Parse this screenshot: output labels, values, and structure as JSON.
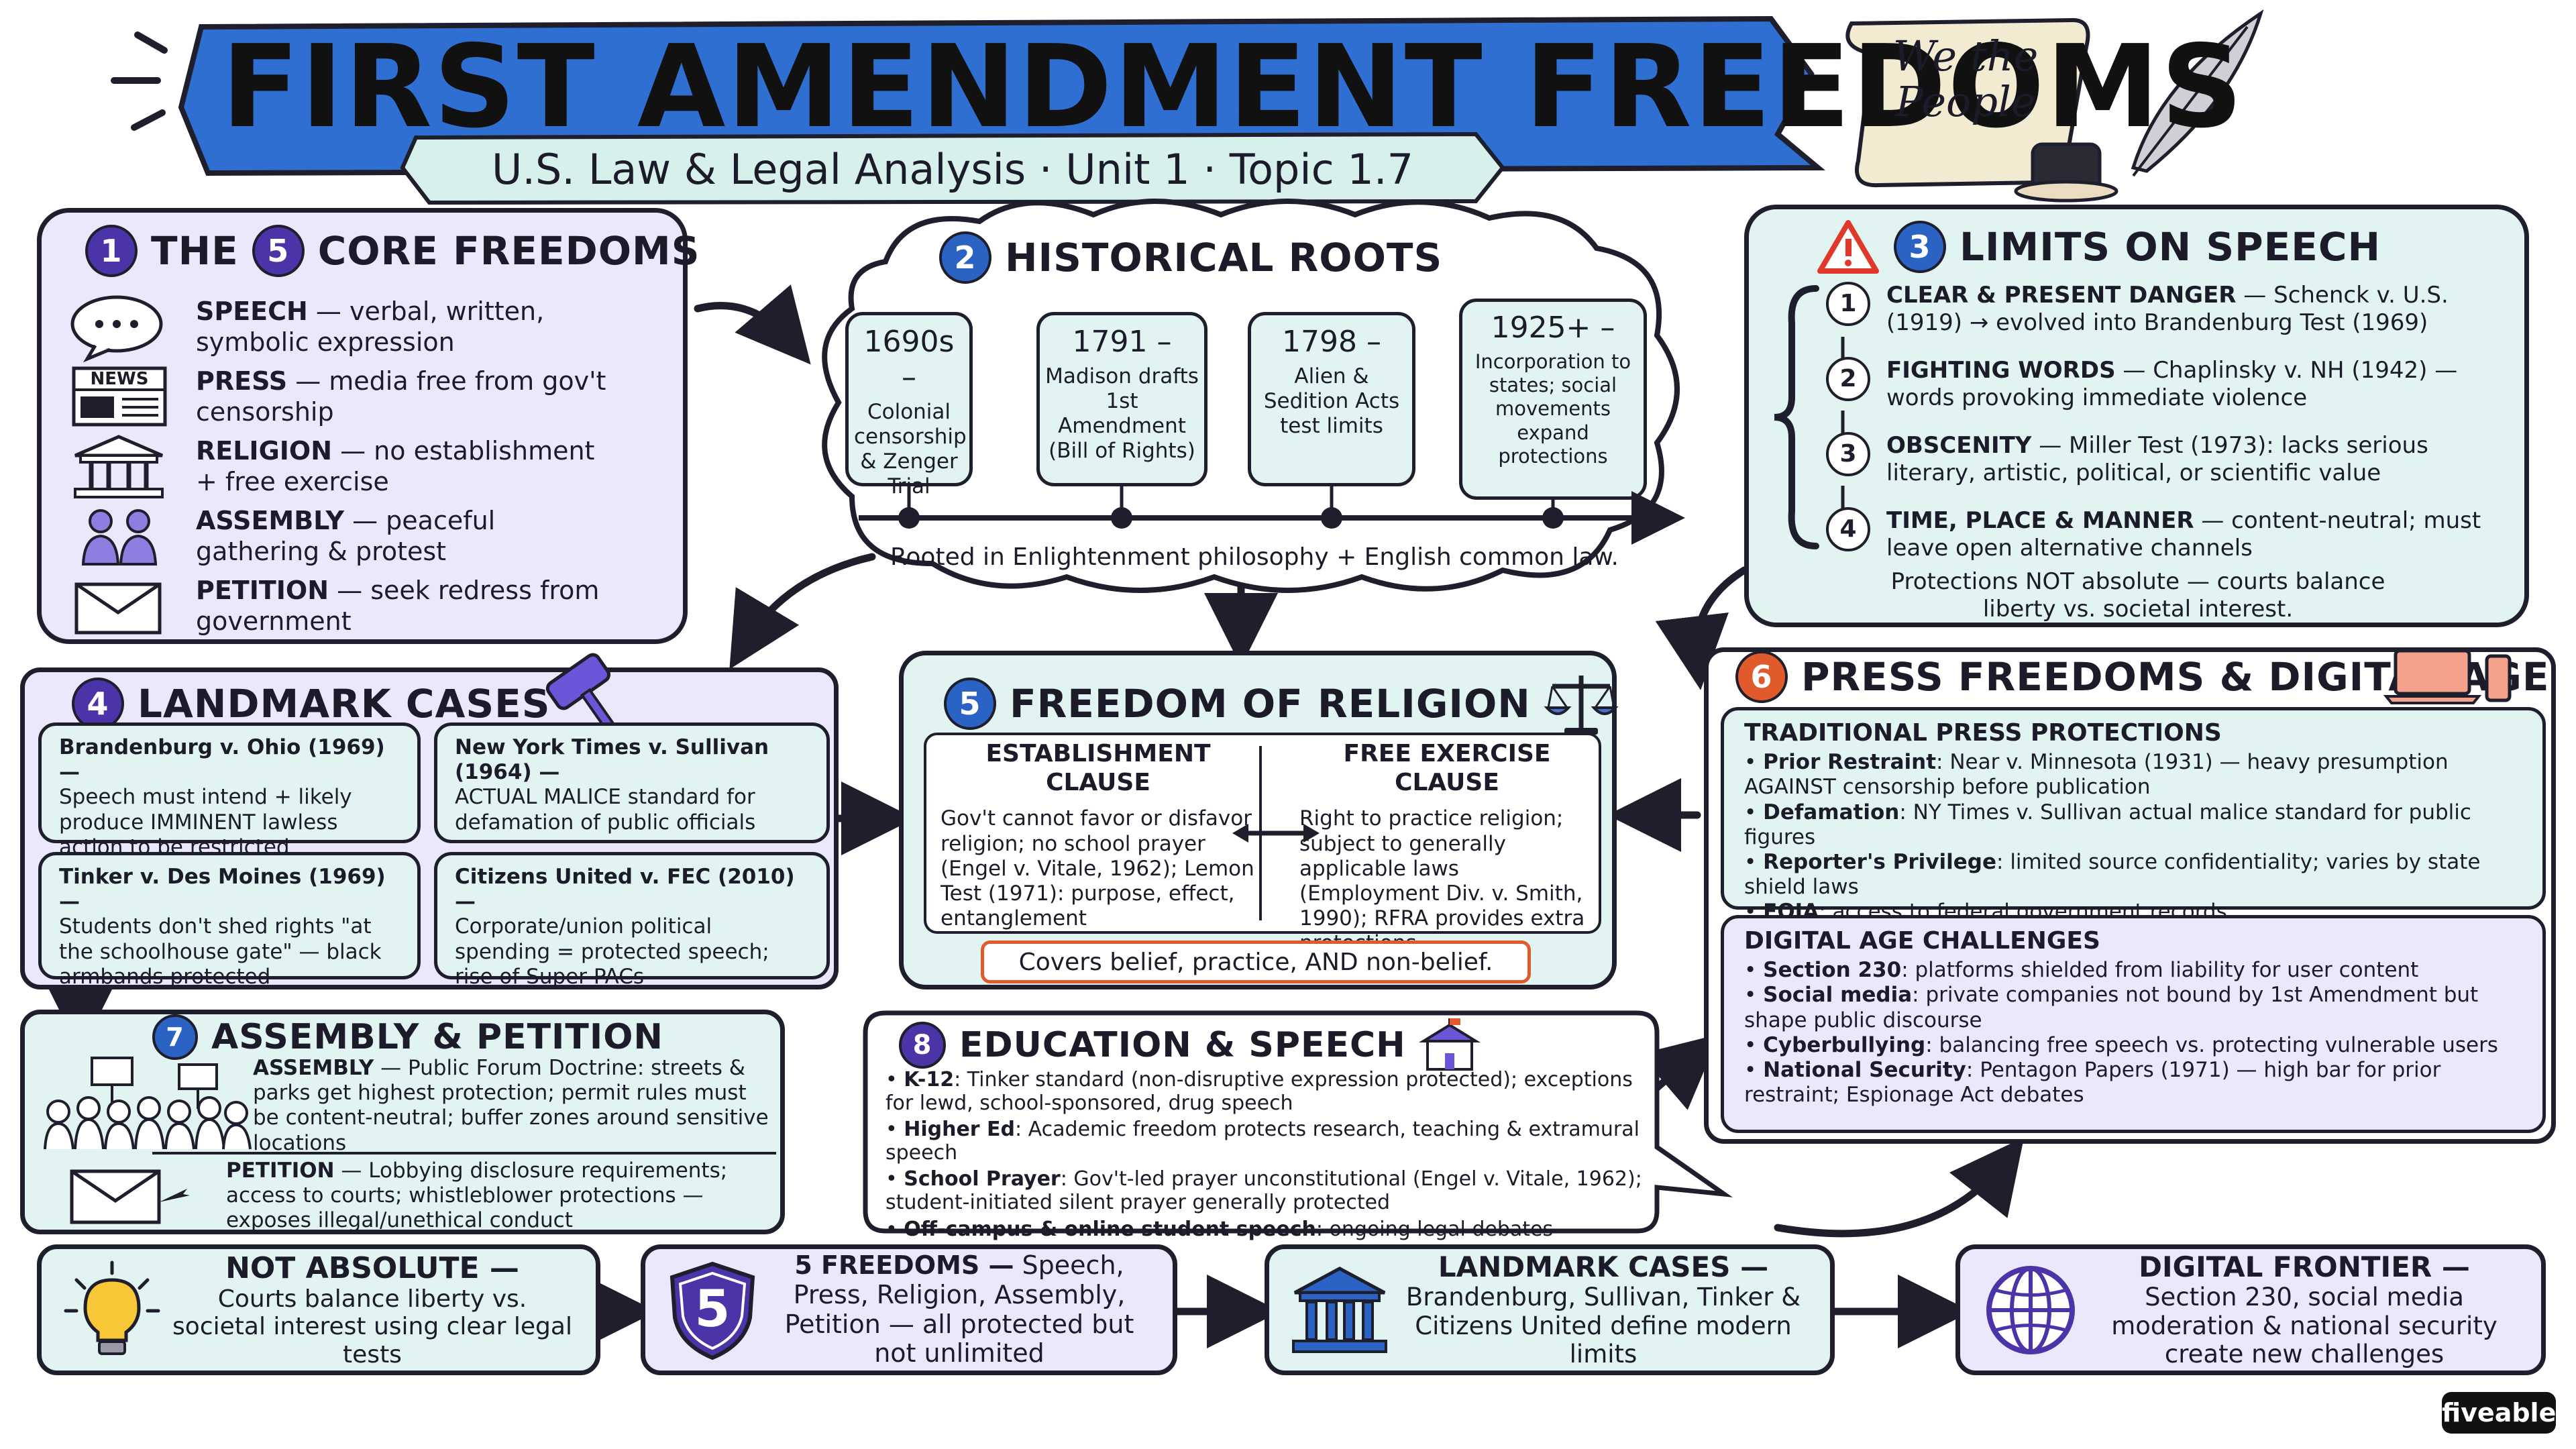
{
  "header": {
    "title": "FIRST AMENDMENT FREEDOMS",
    "subtitle": "U.S. Law & Legal Analysis · Unit 1 · Topic 1.7",
    "scroll_text_line1": "We the",
    "scroll_text_line2": "People"
  },
  "core": {
    "num1": "1",
    "title_pre": "THE",
    "num5": "5",
    "title_post": "CORE FREEDOMS",
    "news_label": "NEWS",
    "items": [
      {
        "name": "SPEECH",
        "desc": " — verbal, written, symbolic expression"
      },
      {
        "name": "PRESS",
        "desc": " — media free from gov't censorship"
      },
      {
        "name": "RELIGION",
        "desc": " — no establishment + free exercise"
      },
      {
        "name": "ASSEMBLY",
        "desc": " — peaceful gathering & protest"
      },
      {
        "name": "PETITION",
        "desc": " — seek redress from government"
      }
    ]
  },
  "history": {
    "num": "2",
    "title": "HISTORICAL ROOTS",
    "events": [
      {
        "year": "1690s –",
        "desc": "Colonial censorship & Zenger Trial"
      },
      {
        "year": "1791 –",
        "desc": "Madison drafts 1st Amendment (Bill of Rights)"
      },
      {
        "year": "1798 –",
        "desc": "Alien & Sedition Acts test limits"
      },
      {
        "year": "1925+ –",
        "desc": "Incorporation to states; social movements expand protections"
      }
    ],
    "caption": "Rooted in Enlightenment philosophy + English common law."
  },
  "limits": {
    "num": "3",
    "title": "LIMITS ON SPEECH",
    "items": [
      {
        "n": "1",
        "name": "CLEAR & PRESENT DANGER",
        "desc": " — Schenck v. U.S. (1919) → evolved into Brandenburg Test (1969)"
      },
      {
        "n": "2",
        "name": "FIGHTING WORDS",
        "desc": " — Chaplinsky v. NH (1942) — words provoking immediate violence"
      },
      {
        "n": "3",
        "name": "OBSCENITY",
        "desc": " — Miller Test (1973): lacks serious literary, artistic, political, or scientific value"
      },
      {
        "n": "4",
        "name": "TIME, PLACE & MANNER",
        "desc": " — content-neutral; must leave open alternative channels"
      }
    ],
    "footer": "Protections NOT absolute — courts balance liberty vs. societal interest."
  },
  "cases": {
    "num": "4",
    "title": "LANDMARK CASES",
    "items": [
      {
        "name": "Brandenburg v. Ohio (1969) —",
        "desc": "Speech must intend + likely produce IMMINENT lawless action to be restricted"
      },
      {
        "name": "New York Times v. Sullivan (1964) —",
        "desc": "ACTUAL MALICE standard for defamation of public officials"
      },
      {
        "name": "Tinker v. Des Moines (1969) —",
        "desc": "Students don't shed rights \"at the schoolhouse gate\" — black armbands protected"
      },
      {
        "name": "Citizens United v. FEC (2010) —",
        "desc": "Corporate/union political spending = protected speech; rise of Super PACs"
      }
    ]
  },
  "religion": {
    "num": "5",
    "title": "FREEDOM OF RELIGION",
    "est_title": "ESTABLISHMENT CLAUSE",
    "est_body": "Gov't cannot favor or disfavor religion; no school prayer (Engel v. Vitale, 1962); Lemon Test (1971): purpose, effect, entanglement",
    "free_title": "FREE EXERCISE CLAUSE",
    "free_body": "Right to practice religion; subject to generally applicable laws (Employment Div. v. Smith, 1990); RFRA provides extra protections",
    "footer": "Covers belief, practice, AND non-belief."
  },
  "press": {
    "num": "6",
    "title": "PRESS FREEDOMS & DIGITAL AGE",
    "trad_title": "TRADITIONAL PRESS PROTECTIONS",
    "trad_items": [
      {
        "name": "Prior Restraint",
        "desc": ": Near v. Minnesota (1931) — heavy presumption AGAINST censorship before publication"
      },
      {
        "name": "Defamation",
        "desc": ": NY Times v. Sullivan actual malice standard for public figures"
      },
      {
        "name": "Reporter's Privilege",
        "desc": ": limited source confidentiality; varies by state shield laws"
      },
      {
        "name": "FOIA",
        "desc": ": access to federal government records"
      }
    ],
    "digital_title": "DIGITAL AGE CHALLENGES",
    "digital_items": [
      {
        "name": "Section 230",
        "desc": ": platforms shielded from liability for user content"
      },
      {
        "name": "Social media",
        "desc": ": private companies not bound by 1st Amendment but shape public discourse"
      },
      {
        "name": "Cyberbullying",
        "desc": ": balancing free speech vs. protecting vulnerable users"
      },
      {
        "name": "National Security",
        "desc": ": Pentagon Papers (1971) — high bar for prior restraint; Espionage Act debates"
      }
    ]
  },
  "assembly": {
    "num": "7",
    "title": "ASSEMBLY & PETITION",
    "assembly_name": "ASSEMBLY",
    "assembly_desc": " — Public Forum Doctrine: streets & parks get highest protection; permit rules must be content-neutral; buffer zones around sensitive locations",
    "petition_name": "PETITION",
    "petition_desc": " — Lobbying disclosure requirements; access to courts; whistleblower protections — exposes illegal/unethical conduct"
  },
  "education": {
    "num": "8",
    "title": "EDUCATION & SPEECH",
    "items": [
      {
        "name": "K-12",
        "desc": ": Tinker standard (non-disruptive expression protected); exceptions for lewd, school-sponsored, drug speech"
      },
      {
        "name": "Higher Ed",
        "desc": ": Academic freedom protects research, teaching & extramural speech"
      },
      {
        "name": "School Prayer",
        "desc": ": Gov't-led prayer unconstitutional (Engel v. Vitale, 1962); student-initiated silent prayer generally protected"
      },
      {
        "name": "Off-campus & online student speech",
        "desc": ": ongoing legal debates"
      }
    ]
  },
  "summary": [
    {
      "title": "NOT ABSOLUTE —",
      "body": "Courts balance liberty vs. societal interest using clear legal tests"
    },
    {
      "title": "5 FREEDOMS —",
      "body": "Speech, Press, Religion, Assembly, Petition — all protected but not unlimited",
      "badge": "5"
    },
    {
      "title": "LANDMARK CASES —",
      "body": "Brandenburg, Sullivan, Tinker & Citizens United define modern limits"
    },
    {
      "title": "DIGITAL FRONTIER —",
      "body": "Section 230, social media moderation & national security create new challenges"
    }
  ],
  "brand": "fiveable",
  "colors": {
    "blue": "#2a63c4",
    "purple": "#4b34a8",
    "orange": "#e15a2c",
    "lavender": "#ece8fb",
    "mint": "#e1f4f1"
  }
}
